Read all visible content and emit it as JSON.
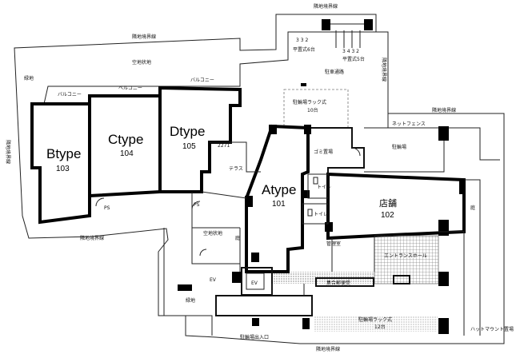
{
  "units": {
    "a": {
      "type": "Atype",
      "number": "101"
    },
    "b": {
      "type": "Btype",
      "number": "103"
    },
    "c": {
      "type": "Ctype",
      "number": "104"
    },
    "d": {
      "type": "Dtype",
      "number": "105"
    },
    "shop": {
      "type": "店舗",
      "number": "102"
    }
  },
  "labels": {
    "boundary_top": "隣地境界線",
    "boundary_upper_left": "隣地境界線",
    "boundary_left": "隣地境界線",
    "boundary_lower_left": "隣地境界線",
    "boundary_bottom": "隣地境界線",
    "boundary_right": "隣地境界線",
    "boundary_mid_right": "隣地境界線",
    "empty_lot_top": "空地状地",
    "balcony_b": "バルコニー",
    "balcony_c": "ベルコニー",
    "balcony_d": "バルコニー",
    "greenery_top": "緑地",
    "greenery_bottom": "緑地",
    "parking_a": "平置式6台",
    "parking_b": "平置式5台",
    "parking_nums_a": "3 3 2",
    "parking_nums_b": "3 4 3 2",
    "bike_passage": "駐車通路",
    "bike_parking": "駐輪場ラック式",
    "bike_count": "10台",
    "mesh_fence": "ネットフェンス",
    "garbage": "ゴミ置場",
    "bike_area": "駐輪場",
    "terrace": "テラス",
    "terrace_num": "2271",
    "toilet_a": "トイレ",
    "toilet_b": "トイレ",
    "pantry": "管理室",
    "lobby": "エントランスホール",
    "ev": "EV",
    "trunk_room": "集合郵便受",
    "sidewalk_parking": "駐輪場ラック式",
    "sidewalk_count": "12台",
    "vacant_lot": "空地状地",
    "garden": "庭",
    "shop_side": "庭",
    "ps_a": "PS",
    "ps_b": "PS",
    "bottom_sign": "ハットマウント置場",
    "bottom_gate": "駐輪場出入口",
    "bottom_note": "EV"
  }
}
